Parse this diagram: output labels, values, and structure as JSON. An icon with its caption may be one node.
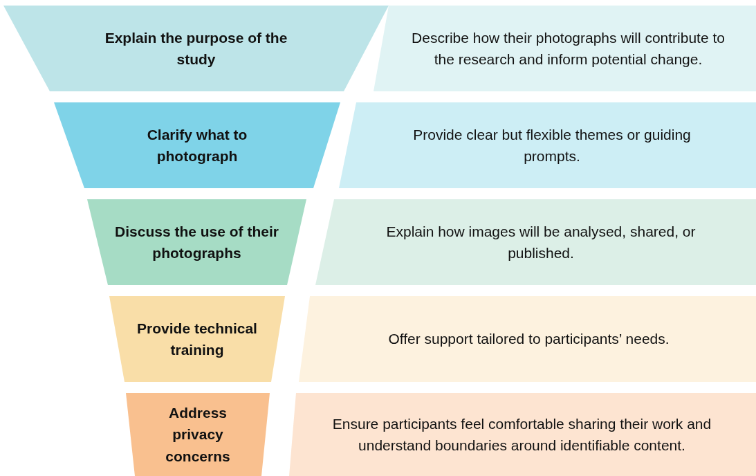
{
  "diagram": {
    "nodes": [
      {
        "text": [
          "Explain the purpose of the study"
        ]
      },
      {
        "text": [
          "Describe how their photographs will contribute to the research and inform potential change."
        ]
      },
      {
        "text": [
          "Clarify what to photograph"
        ]
      },
      {
        "text": [
          "Provide clear but flexible themes or guiding prompts."
        ]
      },
      {
        "text": [
          "Discuss the use of their photographs"
        ]
      },
      {
        "text": [
          "Explain how images will be analysed, shared, or published."
        ]
      },
      {
        "text": [
          "Provide technical training"
        ]
      },
      {
        "text": [
          "Offer support tailored to participants’ needs."
        ]
      },
      {
        "text": [
          "Address privacy concerns"
        ]
      },
      {
        "text": [
          "Ensure participants feel comfortable sharing their work and understand boundaries around identifiable content."
        ]
      }
    ]
  }
}
